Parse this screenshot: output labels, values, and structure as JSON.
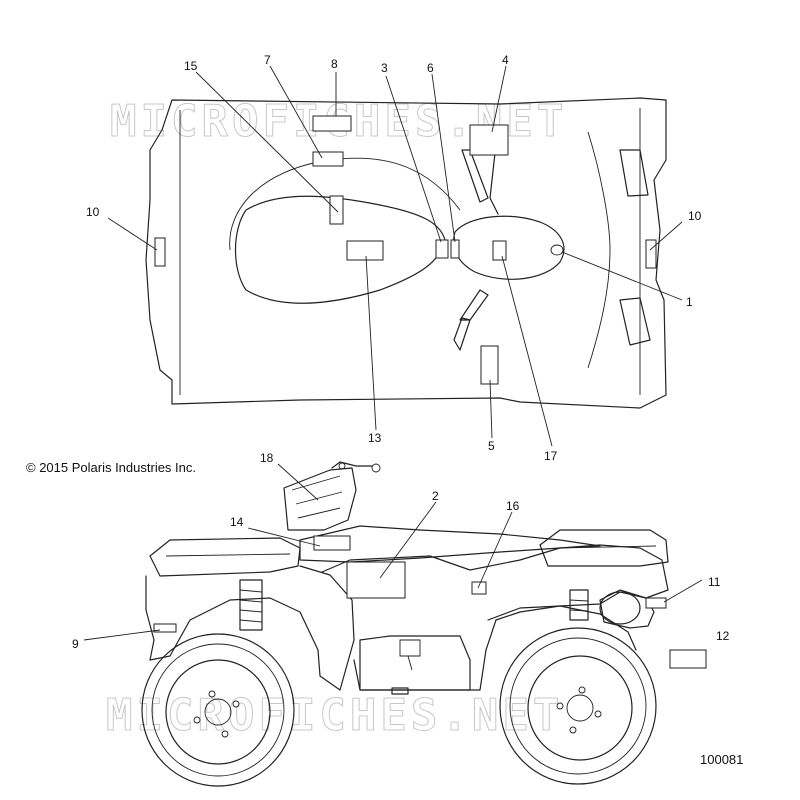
{
  "copyright": "© 2015 Polaris Industries Inc.",
  "drawing_number": "100081",
  "watermark": "MICROFICHES.NET",
  "callouts": {
    "c1": "1",
    "c2": "2",
    "c3": "3",
    "c4": "4",
    "c5": "5",
    "c6": "6",
    "c7": "7",
    "c8": "8",
    "c9": "9",
    "c10a": "10",
    "c10b": "10",
    "c11": "11",
    "c12": "12",
    "c13": "13",
    "c14": "14",
    "c15": "15",
    "c16": "16",
    "c17": "17",
    "c18": "18"
  }
}
